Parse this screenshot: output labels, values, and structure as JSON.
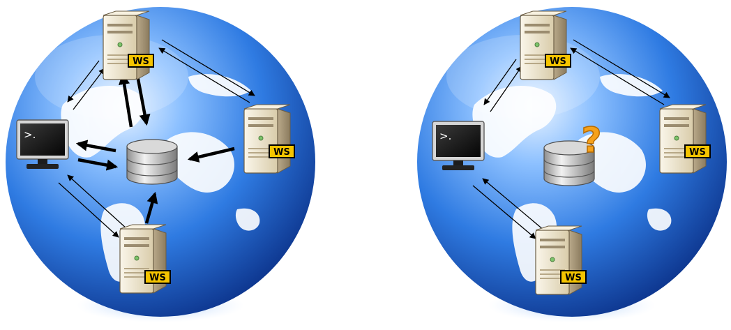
{
  "diagrams": [
    {
      "id": "left",
      "servers": [
        {
          "id": "top",
          "label": "WS"
        },
        {
          "id": "right",
          "label": "WS"
        },
        {
          "id": "bottom",
          "label": "WS"
        }
      ],
      "terminal": {
        "prompt": ">."
      },
      "central_database": {
        "present": true,
        "uncertain": false
      }
    },
    {
      "id": "right",
      "servers": [
        {
          "id": "top",
          "label": "WS"
        },
        {
          "id": "right",
          "label": "WS"
        },
        {
          "id": "bottom",
          "label": "WS"
        }
      ],
      "terminal": {
        "prompt": ">."
      },
      "central_database": {
        "present": true,
        "uncertain": true,
        "marker": "?"
      }
    }
  ],
  "colors": {
    "globe_light": "#cfe3ff",
    "globe_mid": "#3d86e8",
    "globe_dark": "#0b3b9c",
    "server_body": "#efe6cf",
    "badge_bg": "#f5c400",
    "badge_text": "#000000",
    "question_mark": "#f6a11a"
  }
}
